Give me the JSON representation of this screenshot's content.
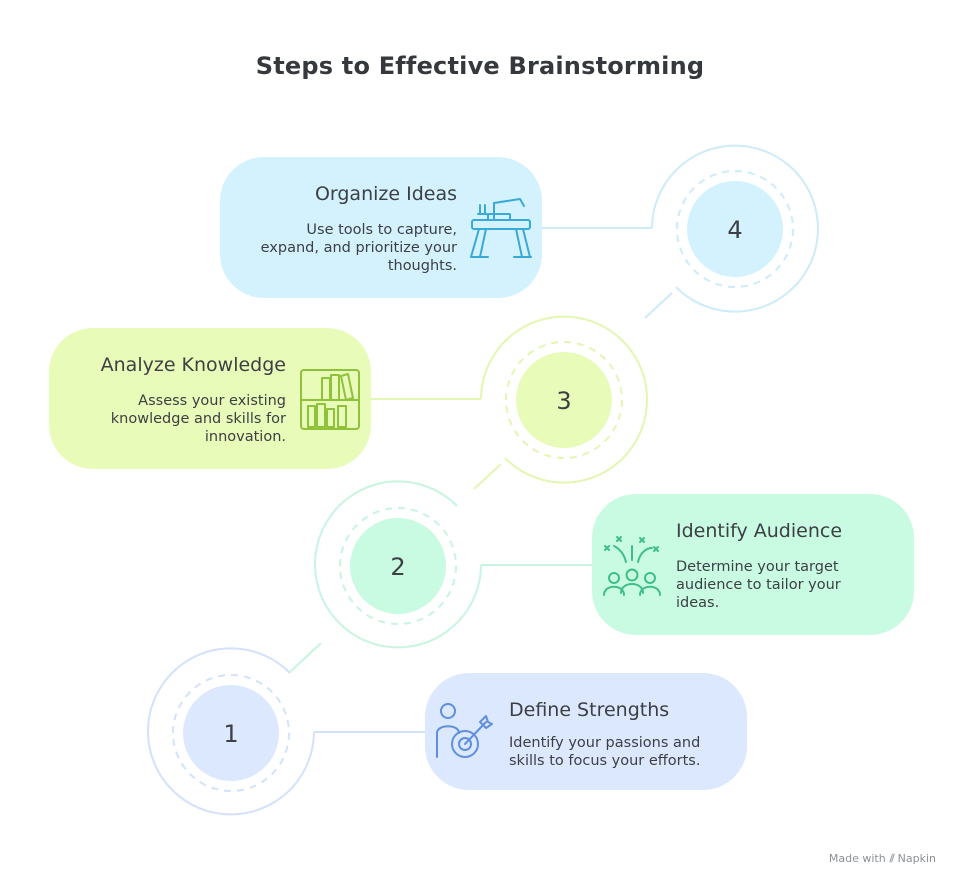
{
  "title": "Steps to Effective Brainstorming",
  "credit": {
    "prefix": "Made with",
    "brand": "Napkin"
  },
  "colors": {
    "blue_light": "#dce8fd",
    "blue_ring": "#d3e2fb",
    "blue_icon": "#5f8fde",
    "green_light": "#c8fbe2",
    "green_ring": "#c7f5df",
    "green_icon": "#3fbf88",
    "lime_light": "#e9fbb8",
    "lime_ring": "#e3f6b2",
    "lime_icon": "#8fc23a",
    "cyan_light": "#d3f2fd",
    "cyan_ring": "#cdebf8",
    "cyan_icon": "#38a9d8"
  },
  "steps": [
    {
      "number": "1",
      "title": "Define Strengths",
      "lines": [
        "Identify your passions and",
        "skills to focus your efforts."
      ],
      "icon": "person-target-icon"
    },
    {
      "number": "2",
      "title": "Identify Audience",
      "lines": [
        "Determine your target",
        "audience to tailor your",
        "ideas."
      ],
      "icon": "audience-group-icon"
    },
    {
      "number": "3",
      "title": "Analyze Knowledge",
      "lines": [
        "Assess your existing",
        "knowledge and skills for",
        "innovation."
      ],
      "icon": "bookshelf-icon"
    },
    {
      "number": "4",
      "title": "Organize Ideas",
      "lines": [
        "Use tools to capture,",
        "expand, and prioritize your",
        "thoughts."
      ],
      "icon": "drafting-desk-icon"
    }
  ]
}
